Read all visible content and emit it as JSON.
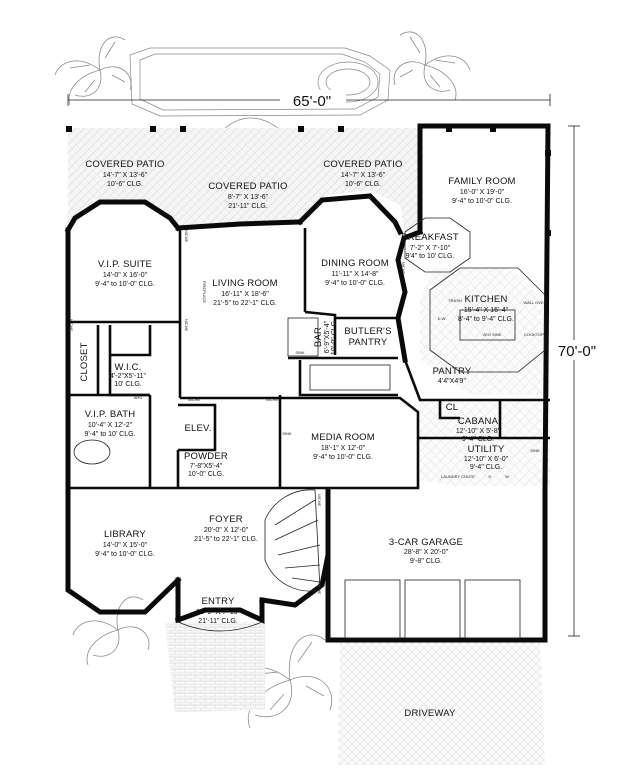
{
  "overall": {
    "width": "65'-0\"",
    "depth": "70'-0\""
  },
  "rooms": {
    "covered_patio_left": {
      "name": "COVERED PATIO",
      "dims": "14'-7\" X 13'-6\"",
      "ceiling": "10'-6\" CLG."
    },
    "covered_patio_center": {
      "name": "COVERED PATIO",
      "dims": "8'-7\" X 13'-6\"",
      "ceiling": "21'-11\" CLG."
    },
    "covered_patio_right": {
      "name": "COVERED PATIO",
      "dims": "14'-7\" X 13'-6\"",
      "ceiling": "10'-6\" CLG."
    },
    "family_room": {
      "name": "FAMILY ROOM",
      "dims": "16'-0\" X 19'-0\"",
      "ceiling": "9'-4\" to 10'-0\" CLG."
    },
    "breakfast": {
      "name": "BREAKFAST",
      "dims": "7'-2\" X 7'-10\"",
      "ceiling": "9'4\" to 10' CLG."
    },
    "vip_suite": {
      "name": "V.I.P. SUITE",
      "dims": "14'-0\" X 16'-0\"",
      "ceiling": "9'-4\" to 10'-0\" CLG."
    },
    "living_room": {
      "name": "LIVING ROOM",
      "dims": "16'-11\" X 18'-6\"",
      "ceiling": "21'-5\" to 22'-1\" CLG."
    },
    "dining_room": {
      "name": "DINING ROOM",
      "dims": "11'-11\" X 14'-8\"",
      "ceiling": "9'-4\" to 10'-0\" CLG."
    },
    "kitchen": {
      "name": "KITCHEN",
      "dims": "15'-4\" X 16'-4\"",
      "ceiling": "8'-4\" to 9'-4\" CLG."
    },
    "bar": {
      "name": "BAR",
      "dims": "6'-9\"X5'-4\"",
      "ceiling": "10'-0\" CLG."
    },
    "butlers_pantry": {
      "name1": "BUTLER'S",
      "name2": "PANTRY"
    },
    "closet": {
      "name": "CLOSET"
    },
    "wic": {
      "name": "W.I.C.",
      "dims": "4'-2\"X5'-11\"",
      "ceiling": "10' CLG."
    },
    "pantry": {
      "name": "PANTRY",
      "dims": "4'4\"X4'9\""
    },
    "vip_bath": {
      "name": "V.I.P. BATH",
      "dims": "10'-4\" X 12'-2\"",
      "ceiling": "9'-4\" to 10' CLG."
    },
    "elev": {
      "name": "ELEV."
    },
    "media_room": {
      "name": "MEDIA ROOM",
      "dims": "18'-1\" X 12'-0\"",
      "ceiling": "9'-4\" to 10'-0\" CLG."
    },
    "cl": {
      "name": "CL"
    },
    "cabana": {
      "name": "CABANA",
      "dims": "12'-10\" X 5'-8\"",
      "ceiling": "9'-4\" CLG."
    },
    "powder": {
      "name": "POWDER",
      "dims": "7'-8\"X5'-4\"",
      "ceiling": "10'-0\" CLG."
    },
    "utility": {
      "name": "UTILITY",
      "dims": "12'-10\" X 6'-0\"",
      "ceiling": "9'-4\" CLG."
    },
    "library": {
      "name": "LIBRARY",
      "dims": "14'-0\" X 15'-0\"",
      "ceiling": "9'-4\" to 10'-0\" CLG."
    },
    "foyer": {
      "name": "FOYER",
      "dims": "20'-0\" X 12'-0\"",
      "ceiling": "21'-5\" to 22'-1\" CLG."
    },
    "garage": {
      "name": "3-CAR GARAGE",
      "dims": "28'-8\" X 20'-0\"",
      "ceiling": "9'-8\" CLG."
    },
    "entry": {
      "name": "ENTRY",
      "dims": "12'-9\" X 7'-10\"",
      "ceiling": "21'-11\" CLG."
    },
    "driveway": {
      "name": "DRIVEWAY"
    }
  },
  "annotations": {
    "niche": "NICHE",
    "fireplace": "FIREPLACE",
    "sink": "SINK",
    "dw": "D.W.",
    "wall_oven": "WALL OVEN",
    "cooktop": "COOKTOP",
    "vegsink": "VEG SINK",
    "trash": "TRASH",
    "ahu": "AHU",
    "laundry": "LAUNDRY CHUTE",
    "d": "D",
    "w": "W"
  }
}
